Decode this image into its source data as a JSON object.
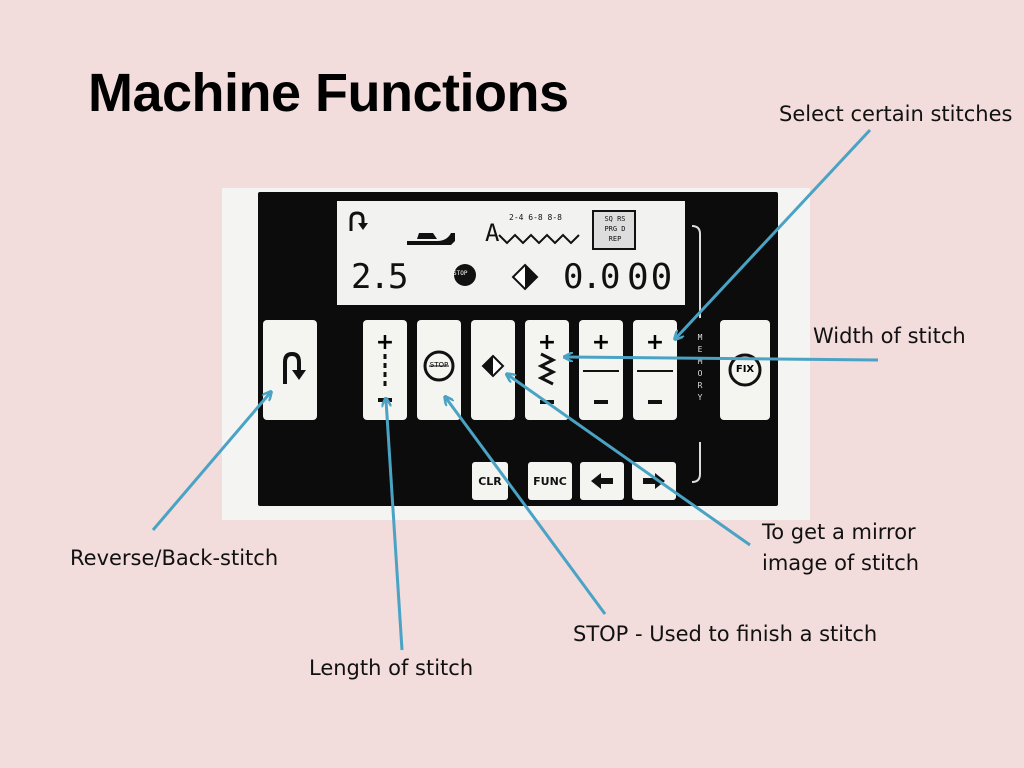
{
  "slide": {
    "title": "Machine Functions"
  },
  "panel": {
    "lcd": {
      "stitch_length": "2.5",
      "stitch_width": "0.0",
      "pattern_number": "00",
      "stop_icon": "STOP",
      "reverse_letter": "A",
      "sequence_top": "2-4  6-8  8-8",
      "memory_badge_lines": [
        "SQ RS",
        "PRG D",
        "REP"
      ]
    },
    "keys": {
      "stop_label": "STOP",
      "fix_label": "FIX",
      "clr_label": "CLR",
      "func_label": "FUNC"
    },
    "memory_letters": [
      "M",
      "E",
      "M",
      "O",
      "R",
      "Y"
    ]
  },
  "callouts": {
    "select_stitches": "Select certain stitches",
    "width": "Width of stitch",
    "mirror_line1": "To get a mirror",
    "mirror_line2": "image of stitch",
    "stop": "STOP - Used to finish a stitch",
    "length": "Length of stitch",
    "reverse": "Reverse/Back-stitch"
  },
  "colors": {
    "background": "#f2dcdc",
    "arrow": "#4aa3c4",
    "panel_black": "#0c0c0c"
  }
}
